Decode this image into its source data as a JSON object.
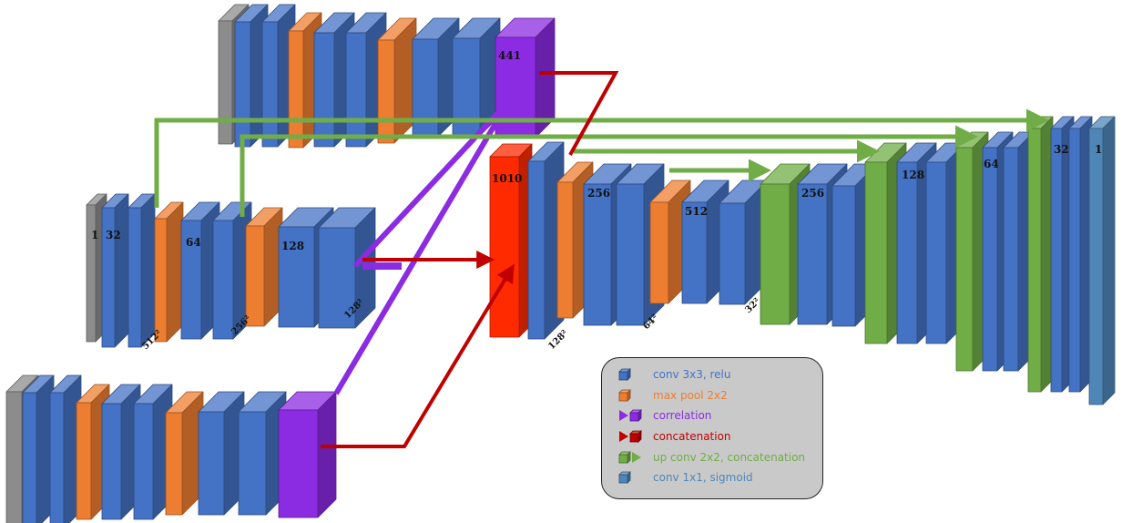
{
  "colors": {
    "conv": "#4472c4",
    "pool": "#ed7d31",
    "correlation": "#8b2be2",
    "concat": "#c00000",
    "upconv": "#70ad47",
    "final": "#4f86b8",
    "input": "#8c8c8c",
    "concat_block": "#ff2a00"
  },
  "labels": {
    "top_branch_out": "441",
    "mid_in": "1",
    "mid_c1": "32",
    "mid_c2": "64",
    "mid_c3": "128",
    "mid_d1": "512²",
    "mid_d2": "256²",
    "mid_d3": "128²",
    "dec_concat": "1010",
    "dec_c1": "256",
    "dec_c2": "512",
    "dec_c3": "256",
    "dec_c4": "128",
    "dec_c5": "64",
    "dec_c6": "32",
    "dec_out": "1",
    "dec_d1": "128²",
    "dec_d2": "64²",
    "dec_d3": "32²"
  },
  "legend": [
    {
      "icon": "conv-block-icon",
      "label": "conv 3x3, relu",
      "color": "#4472c4"
    },
    {
      "icon": "pool-block-icon",
      "label": "max pool 2x2",
      "color": "#ed7d31"
    },
    {
      "icon": "correlation-icon",
      "label": "correlation",
      "color": "#8b2be2"
    },
    {
      "icon": "concatenation-icon",
      "label": "concatenation",
      "color": "#c00000"
    },
    {
      "icon": "upconv-icon",
      "label": "up conv 2x2, concatenation",
      "color": "#70ad47"
    },
    {
      "icon": "conv1x1-icon",
      "label": "conv 1x1, sigmoid",
      "color": "#4f86b8"
    }
  ]
}
